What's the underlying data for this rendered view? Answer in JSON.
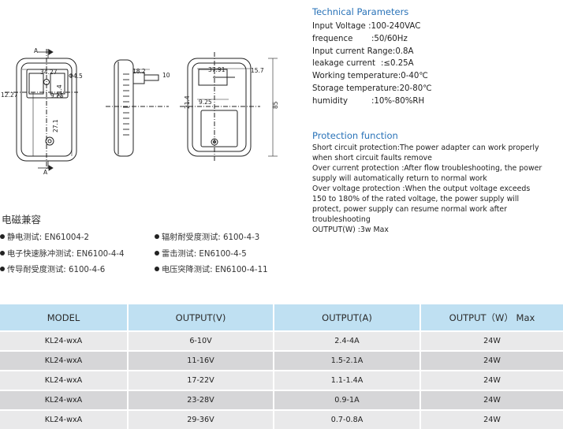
{
  "technical_parameters": {
    "title": "Technical Parameters",
    "rows": [
      {
        "label": "Input Voltage :",
        "value": "100-240VAC"
      },
      {
        "label": "frequence",
        "value": ":50/60Hz"
      },
      {
        "label": "Input current Range:",
        "value": "0.8A"
      },
      {
        "label": "leakage current",
        "value": ":≤0.25A"
      },
      {
        "label": "Working temperature:",
        "value": "0-40℃"
      },
      {
        "label": "Storage temperature:",
        "value": "20-80℃"
      },
      {
        "label": "humidity",
        "value": ":10%-80%RH"
      }
    ]
  },
  "protection": {
    "title": "Protection function",
    "items": [
      "Short circuit protection:The power adapter can work properly when short circuit faults remove",
      "Over current protection :After flow troubleshooting, the power supply will automatically return to normal work",
      "Over voltage protection :When the output voltage exceeds 150 to 180% of the rated voltage, the power supply will protect, power supply can resume normal work after troubleshooting",
      "OUTPUT(W) :3w Max"
    ]
  },
  "emc": {
    "title": "电磁兼容",
    "items": [
      "静电测试: EN61004-2",
      "辐射耐受度测试: 6100-4-3",
      "电子快速脉冲测试: EN6100-4-4",
      "雷击测试: EN6100-4-5",
      "传导耐受度测试: 6100-4-6",
      "电压突降测试: EN6100-4-11"
    ]
  },
  "drawing": {
    "dims": {
      "d1": "34.27",
      "d2": "Φ4.5",
      "d3": "9.25",
      "d4": "12.27",
      "d5": "21.4",
      "d6": "27.1",
      "d7": "18.2",
      "d8": "10",
      "d9": "37.91",
      "d10": "15.7",
      "d11": "21.4",
      "d12": "9.25",
      "d13": "85",
      "sec_a": "A"
    }
  },
  "table": {
    "headers": [
      "MODEL",
      "OUTPUT(V)",
      "OUTPUT(A)",
      "OUTPUT（W） Max"
    ],
    "rows": [
      [
        "KL24-wxA",
        "6-10V",
        "2.4-4A",
        "24W"
      ],
      [
        "KL24-wxA",
        "11-16V",
        "1.5-2.1A",
        "24W"
      ],
      [
        "KL24-wxA",
        "17-22V",
        "1.1-1.4A",
        "24W"
      ],
      [
        "KL24-wxA",
        "23-28V",
        "0.9-1A",
        "24W"
      ],
      [
        "KL24-wxA",
        "29-36V",
        "0.7-0.8A",
        "24W"
      ]
    ]
  }
}
